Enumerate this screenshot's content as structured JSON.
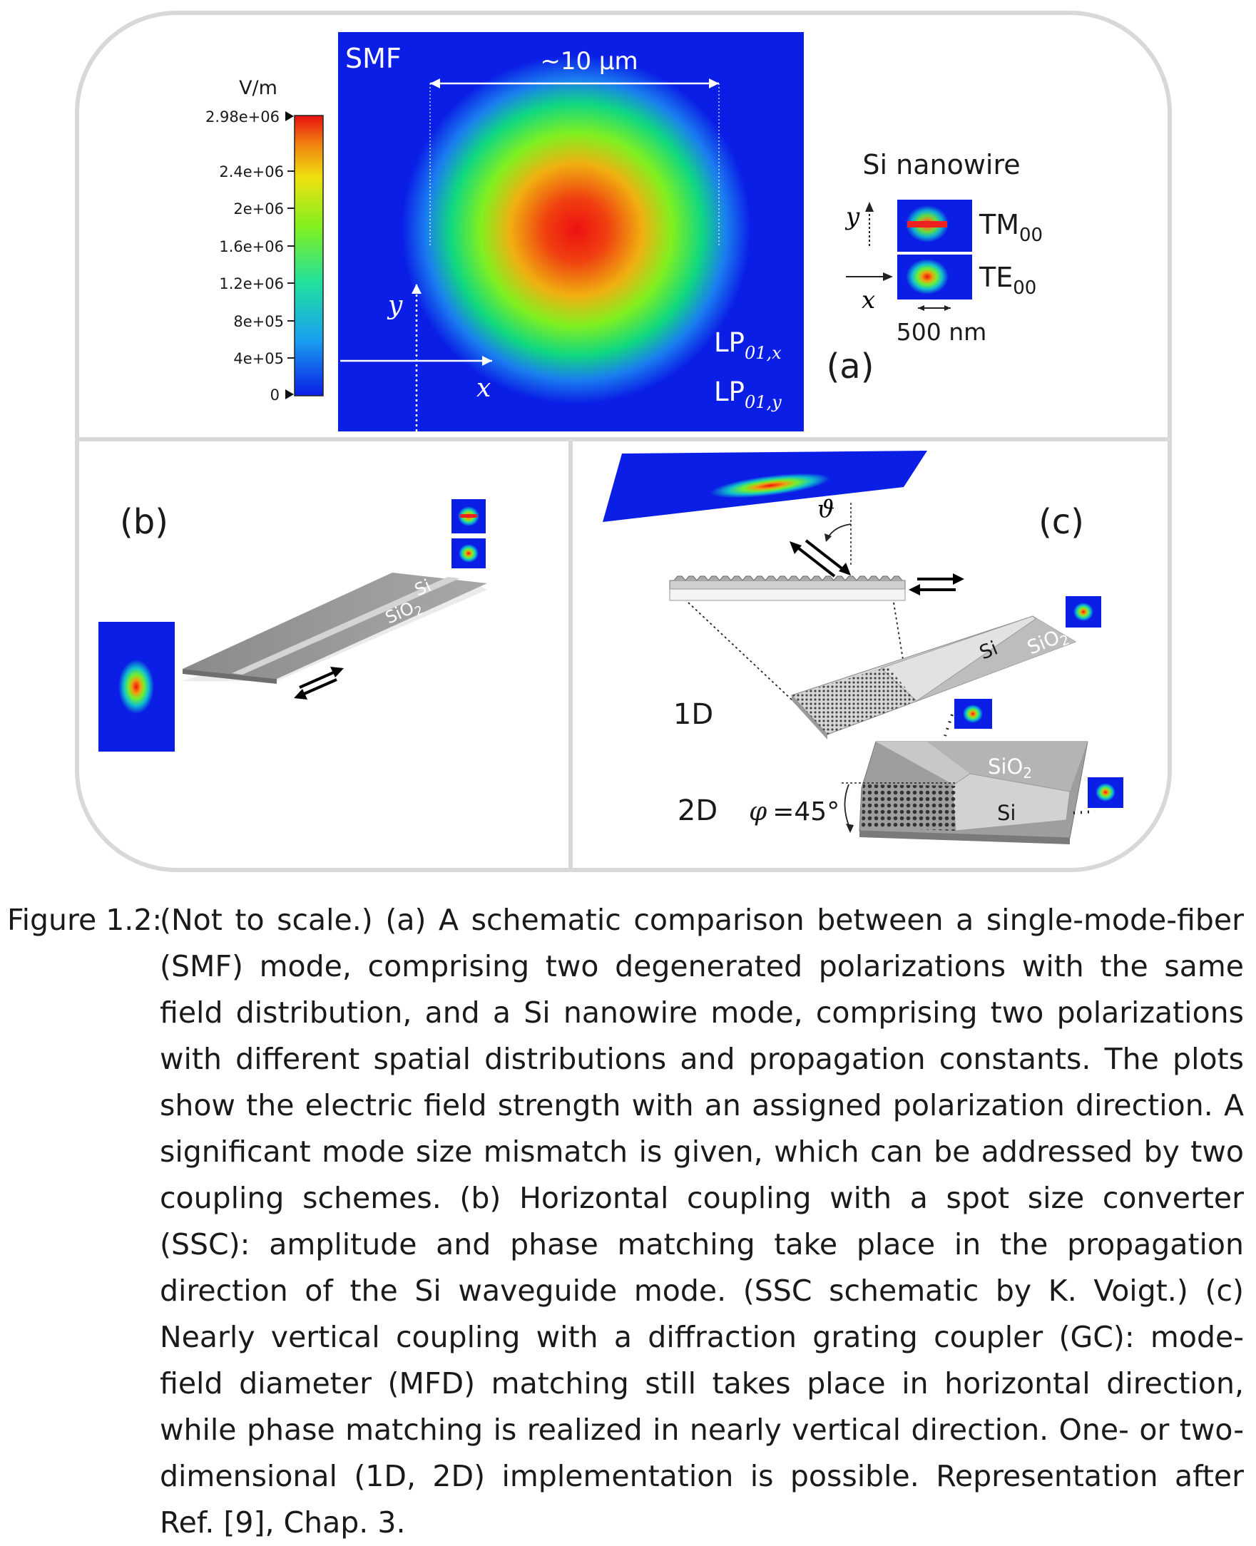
{
  "panel_a": {
    "colorbar_unit": "V/m",
    "colorbar_ticks": [
      "2.98e+06",
      "2.4e+06",
      "2e+06",
      "1.6e+06",
      "1.2e+06",
      "8e+05",
      "4e+05",
      "0"
    ],
    "smf_label": "SMF",
    "width_label": "~10 µm",
    "axis_x": "x",
    "axis_y": "y",
    "mode_x_main": "LP",
    "mode_x_sub": "01,x",
    "mode_y_main": "LP",
    "mode_y_sub": "01,y",
    "nanowire_title": "Si nanowire",
    "tm_main": "TM",
    "tm_sub": "00",
    "te_main": "TE",
    "te_sub": "00",
    "nanowire_x": "x",
    "nanowire_y": "y",
    "nanowire_width": "500 nm",
    "panel_letter": "(a)"
  },
  "panel_b": {
    "panel_letter": "(b)",
    "si_label": "Si",
    "sio2_main": "SiO",
    "sio2_sub": "2"
  },
  "panel_c": {
    "panel_letter": "(c)",
    "theta": "ϑ",
    "label_1d": "1D",
    "label_2d": "2D",
    "phi_symbol": "φ",
    "phi_value": "=45°",
    "si_1d": "Si",
    "sio2_1d_main": "SiO",
    "sio2_1d_sub": "2",
    "si_2d": "Si",
    "sio2_2d_main": "SiO",
    "sio2_2d_sub": "2"
  },
  "caption": {
    "prefix": "Figure 1.2:",
    "text": "(Not to scale.) (a) A schematic comparison between a single-mode-fiber (SMF) mode, comprising two degenerated polarizations with the same field distribution, and a Si nanowire mode, comprising two polarizations with different spatial distributions and propagation constants. The plots show the electric field strength with an assigned polarization direction. A significant mode size mismatch is given, which can be addressed by two coupling schemes. (b) Horizontal coupling with a spot size converter (SSC): amplitude and phase matching take place in the propagation direction of the Si waveguide mode. (SSC schematic by K. Voigt.) (c) Nearly vertical coupling with a diffraction grating coupler (GC): mode-field diameter (MFD) matching still takes place in horizontal direction, while phase matching is realized in nearly vertical direction. One- or two-dimensional (1D, 2D) implementation is possible. Representation after Ref. [9], Chap. 3."
  },
  "colors": {
    "field_blue": "#0a1ee6",
    "frame": "#d8d8d8"
  }
}
